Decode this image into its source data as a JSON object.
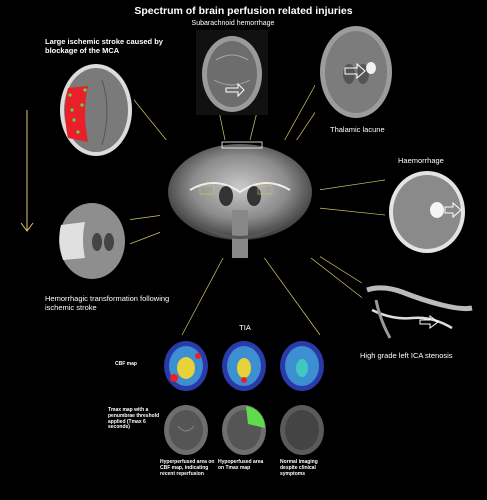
{
  "title": "Spectrum of brain perfusion related injuries",
  "labels": {
    "mca": "Large ischemic stroke caused by blockage of the MCA",
    "sah": "Subarachnoid hemorrhage",
    "thalamic": "Thalamic lacune",
    "haemorrhage": "Haemorrhage",
    "hemorrhagic": "Hemorrhagic transformation following ischemic stroke",
    "ica": "High grade left ICA stenosis",
    "tia": "TIA",
    "cbf": "CBF map",
    "tmax": "Tmax map with a penumbrae threshold applied (Tmax 6 seconds)",
    "hyperperfused": "Hyperperfused area on CBF map, indicating recent reperfusion",
    "hypoperfused": "Hypoperfused area on Tmax map",
    "normal": "Normal imaging despite clinical symptoms"
  },
  "colors": {
    "background": "#000000",
    "connector": "#d8c86a",
    "ischemia": "#e8202a",
    "tmax_highlight": "#5fdc4a"
  }
}
